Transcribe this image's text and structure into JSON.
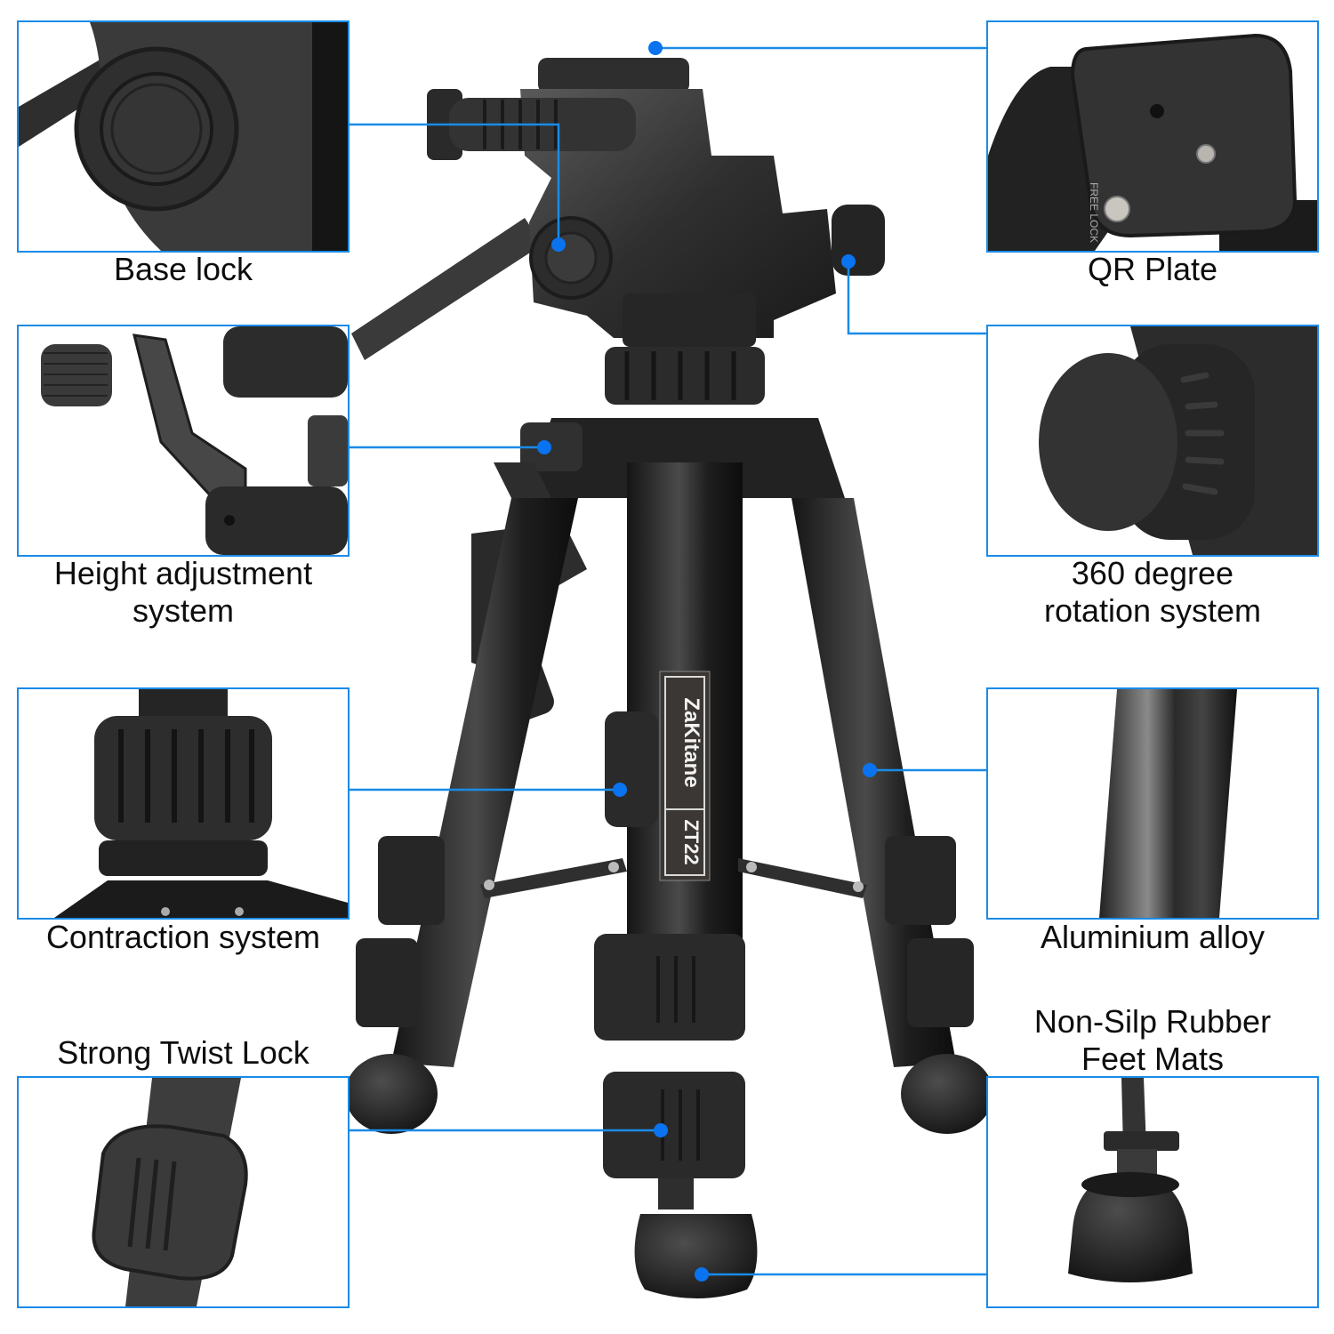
{
  "product": {
    "brand": "ZaKitane",
    "model": "ZT22"
  },
  "accent_colors": {
    "line": "#1a8be8",
    "dot": "#0a73f0",
    "body": "#2a2a2a",
    "label_text": "#0d0d0d",
    "background": "#ffffff"
  },
  "callouts": {
    "base_lock": {
      "label": "Base lock",
      "icon": "base-lock-knob"
    },
    "height_adjustment": {
      "label": "Height adjustment\nsystem",
      "icon": "crank-handle"
    },
    "contraction": {
      "label": "Contraction system",
      "icon": "center-column-collar"
    },
    "twist_lock": {
      "label": "Strong Twist Lock",
      "icon": "leg-twist-lock"
    },
    "qr_plate": {
      "label": "QR Plate",
      "icon": "quick-release-plate",
      "plate_text": "FREE LOCK"
    },
    "rotation": {
      "label": "360 degree\nrotation system",
      "icon": "pan-knob"
    },
    "aluminium": {
      "label": "Aluminium alloy",
      "icon": "aluminium-leg"
    },
    "rubber_feet": {
      "label": "Non-Silp Rubber\nFeet Mats",
      "icon": "rubber-foot"
    }
  }
}
